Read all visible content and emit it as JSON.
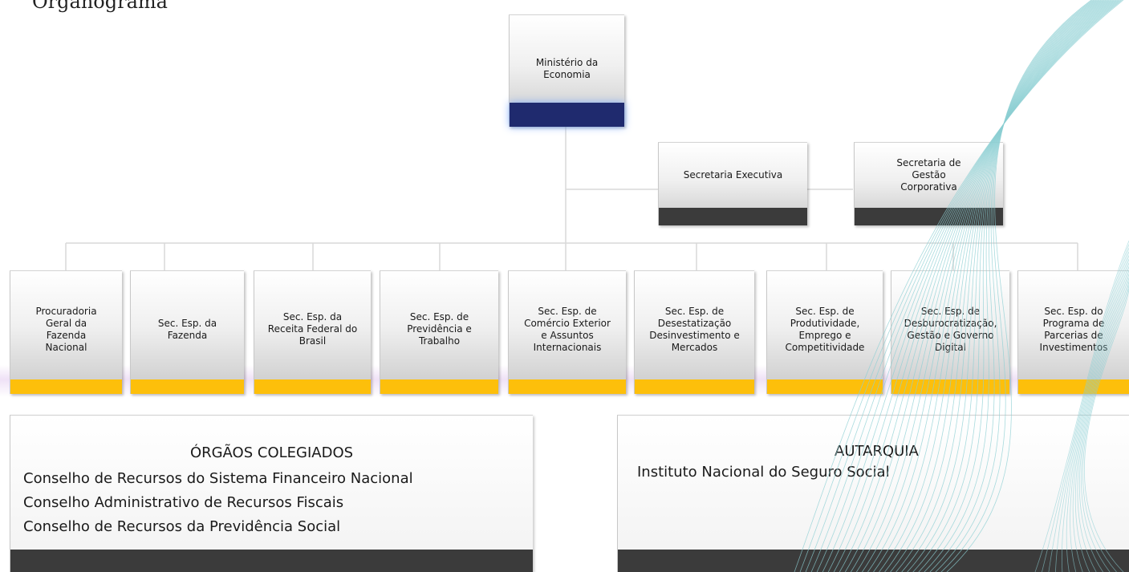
{
  "page": {
    "title": "Organograma"
  },
  "top": {
    "label": "Ministério da Economia"
  },
  "executive": [
    {
      "label": "Secretaria Executiva"
    },
    {
      "label": "Secretaria de Gestão Corporativa"
    }
  ],
  "secretariats": [
    {
      "label": "Procuradoria Geral da Fazenda Nacional"
    },
    {
      "label": "Sec. Esp. da Fazenda"
    },
    {
      "label": "Sec. Esp. da Receita Federal do Brasil"
    },
    {
      "label": "Sec. Esp. de Previdência e Trabalho"
    },
    {
      "label": "Sec. Esp. de Comércio Exterior e Assuntos Internacionais"
    },
    {
      "label": "Sec. Esp. de Desestatização Desinvestimento e Mercados"
    },
    {
      "label": "Sec. Esp. de Produtividade, Emprego e Competitividade"
    },
    {
      "label": "Sec. Esp. de Desburocratização, Gestão e Governo Digital"
    },
    {
      "label": "Sec. Esp. do Programa de Parcerias de Investimentos"
    }
  ],
  "collegiate": {
    "title": "ÓRGÃOS COLEGIADOS",
    "items": [
      "Conselho de Recursos do Sistema Financeiro Nacional",
      "Conselho Administrativo de Recursos Fiscais",
      "Conselho de Recursos da Previdência Social"
    ]
  },
  "autarchy": {
    "title": "AUTARQUIA",
    "items": [
      "Instituto Nacional do Seguro Social"
    ]
  },
  "colors": {
    "navy_bar": "#1f2a6e",
    "dark_bar": "#3b3b3b",
    "gold_bar": "#fdbf0b",
    "connector": "#d9d9d9",
    "wave": "#8ccfd3"
  }
}
